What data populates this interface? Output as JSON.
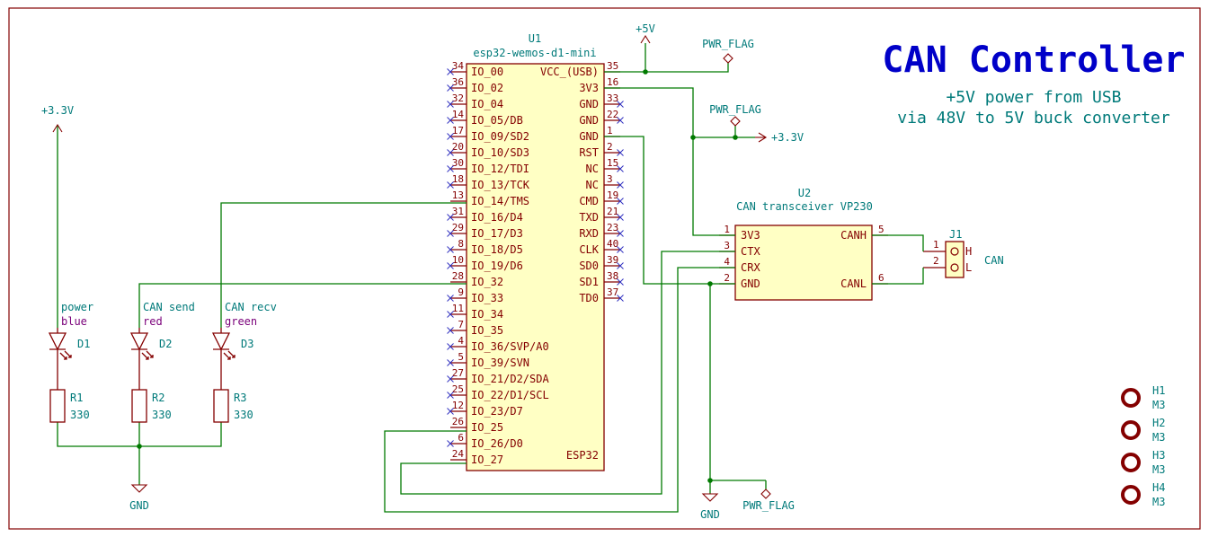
{
  "title": {
    "main": "CAN Controller",
    "note1": "+5V power from USB",
    "note2": "via 48V to 5V buck converter"
  },
  "u1": {
    "ref": "U1",
    "value": "esp32-wemos-d1-mini",
    "label": "ESP32",
    "left_pins": [
      {
        "num": "34",
        "name": "IO_00",
        "nc": true
      },
      {
        "num": "36",
        "name": "IO_02",
        "nc": true
      },
      {
        "num": "32",
        "name": "IO_04",
        "nc": true
      },
      {
        "num": "14",
        "name": "IO_05/DB",
        "nc": true
      },
      {
        "num": "17",
        "name": "IO_09/SD2",
        "nc": true
      },
      {
        "num": "20",
        "name": "IO_10/SD3",
        "nc": true
      },
      {
        "num": "30",
        "name": "IO_12/TDI",
        "nc": true
      },
      {
        "num": "18",
        "name": "IO_13/TCK",
        "nc": true
      },
      {
        "num": "13",
        "name": "IO_14/TMS",
        "nc": false
      },
      {
        "num": "31",
        "name": "IO_16/D4",
        "nc": true
      },
      {
        "num": "29",
        "name": "IO_17/D3",
        "nc": true
      },
      {
        "num": "8",
        "name": "IO_18/D5",
        "nc": true
      },
      {
        "num": "10",
        "name": "IO_19/D6",
        "nc": true
      },
      {
        "num": "28",
        "name": "IO_32",
        "nc": false
      },
      {
        "num": "9",
        "name": "IO_33",
        "nc": true
      },
      {
        "num": "11",
        "name": "IO_34",
        "nc": true
      },
      {
        "num": "7",
        "name": "IO_35",
        "nc": true
      },
      {
        "num": "4",
        "name": "IO_36/SVP/A0",
        "nc": true
      },
      {
        "num": "5",
        "name": "IO_39/SVN",
        "nc": true
      },
      {
        "num": "27",
        "name": "IO_21/D2/SDA",
        "nc": true
      },
      {
        "num": "25",
        "name": "IO_22/D1/SCL",
        "nc": true
      },
      {
        "num": "12",
        "name": "IO_23/D7",
        "nc": true
      },
      {
        "num": "26",
        "name": "IO_25",
        "nc": false
      },
      {
        "num": "6",
        "name": "IO_26/D0",
        "nc": true
      },
      {
        "num": "24",
        "name": "IO_27",
        "nc": false
      }
    ],
    "right_pins": [
      {
        "num": "35",
        "name": "VCC_(USB)",
        "nc": false
      },
      {
        "num": "16",
        "name": "3V3",
        "nc": false
      },
      {
        "num": "33",
        "name": "GND",
        "nc": true
      },
      {
        "num": "22",
        "name": "GND",
        "nc": true
      },
      {
        "num": "1",
        "name": "GND",
        "nc": false
      },
      {
        "num": "2",
        "name": "RST",
        "nc": true
      },
      {
        "num": "15",
        "name": "NC",
        "nc": true
      },
      {
        "num": "3",
        "name": "NC",
        "nc": true
      },
      {
        "num": "19",
        "name": "CMD",
        "nc": true
      },
      {
        "num": "21",
        "name": "TXD",
        "nc": true
      },
      {
        "num": "23",
        "name": "RXD",
        "nc": true
      },
      {
        "num": "40",
        "name": "CLK",
        "nc": true
      },
      {
        "num": "39",
        "name": "SD0",
        "nc": true
      },
      {
        "num": "38",
        "name": "SD1",
        "nc": true
      },
      {
        "num": "37",
        "name": "TD0",
        "nc": true
      }
    ]
  },
  "u2": {
    "ref": "U2",
    "value": "CAN transceiver VP230",
    "left_pins": [
      {
        "num": "1",
        "name": "3V3"
      },
      {
        "num": "3",
        "name": "CTX"
      },
      {
        "num": "4",
        "name": "CRX"
      },
      {
        "num": "2",
        "name": "GND"
      }
    ],
    "right_pins": [
      {
        "num": "5",
        "name": "CANH"
      },
      {
        "num": "6",
        "name": "CANL"
      }
    ]
  },
  "j1": {
    "ref": "J1",
    "value": "CAN",
    "pins": [
      {
        "num": "1",
        "name": "H"
      },
      {
        "num": "2",
        "name": "L"
      }
    ]
  },
  "power": {
    "plus5v": "+5V",
    "plus3v3_left": "+3.3V",
    "plus3v3_right": "+3.3V",
    "gnd_left": "GND",
    "gnd_center": "GND",
    "pwr_flag_1": "PWR_FLAG",
    "pwr_flag_2": "PWR_FLAG",
    "pwr_flag_3": "PWR_FLAG"
  },
  "leds": [
    {
      "ref": "D1",
      "label": "power",
      "color": "blue"
    },
    {
      "ref": "D2",
      "label": "CAN send",
      "color": "red"
    },
    {
      "ref": "D3",
      "label": "CAN recv",
      "color": "green"
    }
  ],
  "resistors": [
    {
      "ref": "R1",
      "value": "330"
    },
    {
      "ref": "R2",
      "value": "330"
    },
    {
      "ref": "R3",
      "value": "330"
    }
  ],
  "holes": [
    {
      "ref": "H1",
      "value": "M3"
    },
    {
      "ref": "H2",
      "value": "M3"
    },
    {
      "ref": "H3",
      "value": "M3"
    },
    {
      "ref": "H4",
      "value": "M3"
    }
  ]
}
